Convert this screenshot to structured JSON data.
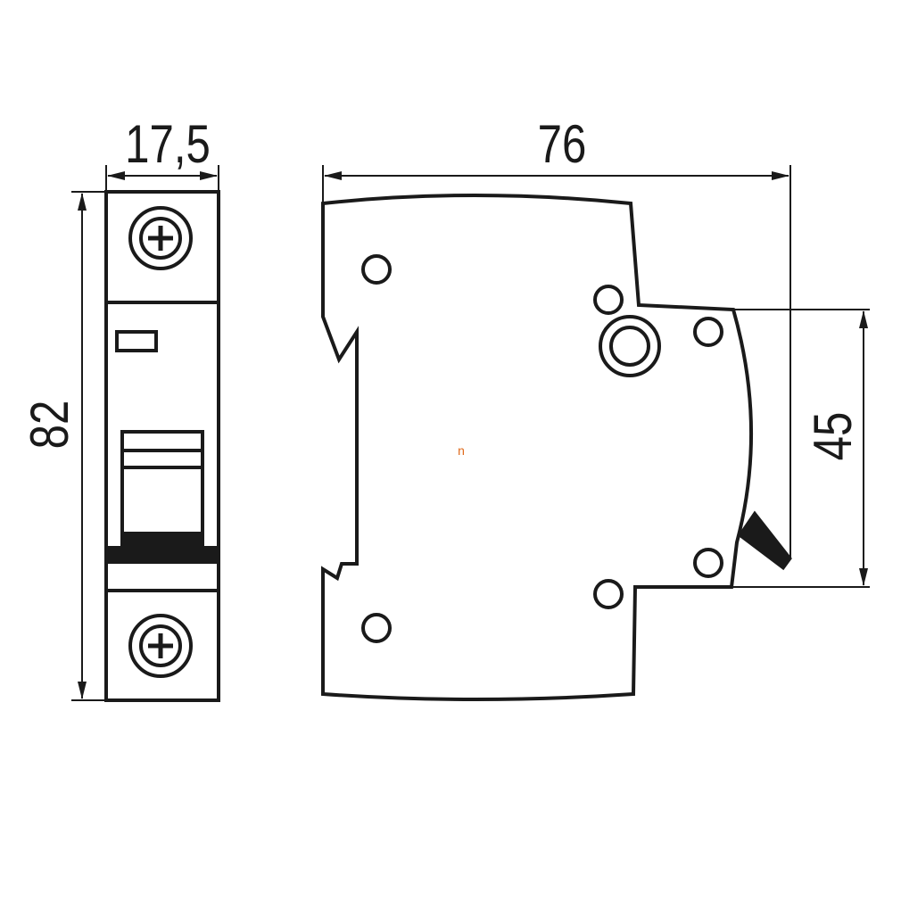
{
  "front_view": {
    "width_label": "17,5",
    "height_label": "82"
  },
  "side_view": {
    "depth_label": "76",
    "front_height_label": "45",
    "center_mark": "n"
  },
  "colors": {
    "line": "#1a1a1a",
    "background": "#ffffff",
    "marker": "#e06a1c"
  }
}
